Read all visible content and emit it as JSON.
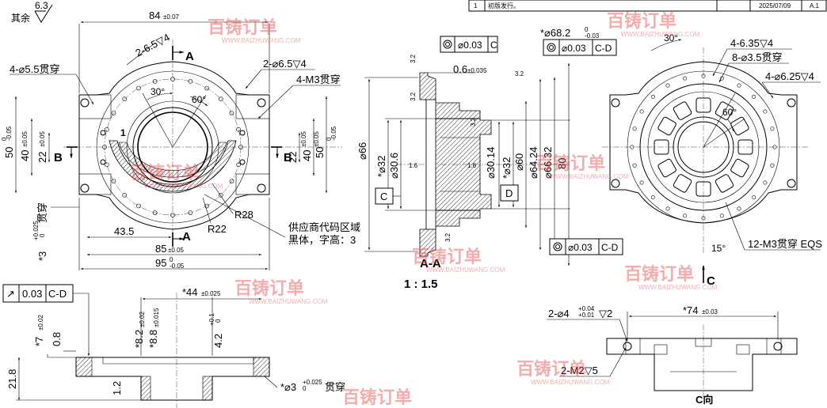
{
  "title_block": {
    "rev": "1",
    "desc": "初版发行。",
    "date": "2025/07/09",
    "ver": "A.1"
  },
  "roughness": {
    "label": "其余",
    "value": "6.3"
  },
  "watermark": {
    "brand": "百铸订单",
    "url": "WWW.BAIZHUWANG.COM"
  },
  "front_view": {
    "dim_84": "84",
    "tol_84": "±0.07",
    "hole_26": "2-6.5▽4",
    "hole_55": "4-⌀5.5贯穿",
    "hole_65": "2-⌀6.5▽4",
    "m3": "4-M3贯穿",
    "ang30": "30°",
    "ang60": "60°",
    "num1": "1",
    "secA_top": "A",
    "secA_bot": "A",
    "secB_left": "B",
    "secB_right": "B",
    "r28": "R28",
    "r22": "R22",
    "d435": "43.5",
    "d85": "85",
    "tol85": "±0.05",
    "d95": "95",
    "tol95_u": "0",
    "tol95_l": "-0.05",
    "d50": "50",
    "tol50_u": "0",
    "tol50_l": "-0.05",
    "d40": "40",
    "tol40": "±0.05",
    "d22": "22",
    "tol22": "±0.05",
    "d3": "*3",
    "tol3_u": "+0.025",
    "tol3_l": "0",
    "d3_note": "贯穿",
    "supplier_note": "供应商代码区域",
    "supplier_note2": "黑体，字高：3"
  },
  "section_aa": {
    "title": "A-A",
    "scale": "1 : 1.5",
    "fcf1_val": "⌀0.03",
    "fcf1_ref": "C",
    "fcf2_val": "⌀0.03",
    "fcf2_ref": "C-D",
    "fcf3_val": "⌀0.03",
    "fcf3_ref": "C-D",
    "d06": "0.6",
    "tol06": "±0.035",
    "r32a": "3.2",
    "r32b": "3.2",
    "r32c": "3.2",
    "r32d": "3.2",
    "r32e": "3.2",
    "d16a": "1.6",
    "d16b": "1.6",
    "d682": "*⌀68.2",
    "tol682_u": "0",
    "tol682_l": "-0.03",
    "d66": "⌀66",
    "d32a": "*⌀32",
    "d306": "⌀30.6",
    "d3014": "⌀30.14",
    "d32b": "*⌀32",
    "d60": "⌀60",
    "d6424": "⌀64.24",
    "d6632": "⌀66.32",
    "d80": "80",
    "datumC": "C",
    "datumD": "D"
  },
  "back_view": {
    "ang30": "30°",
    "h635": "4-6.35▽4",
    "h35": "8-⌀3.5贯穿",
    "h625": "4-⌀6.25▽4",
    "ang60": "60°",
    "ang15": "15°",
    "m3eqs": "12-M3贯穿 EQS",
    "viewC": "C"
  },
  "side_view": {
    "fcf_sym": "↗",
    "fcf_val": "0.03",
    "fcf_ref": "C-D",
    "d44": "*44",
    "tol44": "±0.025",
    "d7": "*7",
    "tol7": "±0.02",
    "d08": "0.8",
    "d82": "*8.2",
    "tol82": "±0.02",
    "d88": "*8.8",
    "tol88": "±0.015",
    "d42": "4.2",
    "tol42_u": "+0.1",
    "tol42_l": "0",
    "d218": "21.8",
    "d12": "1.2",
    "d3": "*⌀3",
    "tol3_u": "+0.025",
    "tol3_l": "0",
    "d3_note": "贯穿"
  },
  "view_c": {
    "d74": "*74",
    "tol74": "±0.03",
    "h4": "2-⌀4",
    "tol4_u": "+0.04",
    "tol4_l": "+0.01",
    "h4_depth": "▽2",
    "m2": "2-M2▽5",
    "label": "C向"
  }
}
